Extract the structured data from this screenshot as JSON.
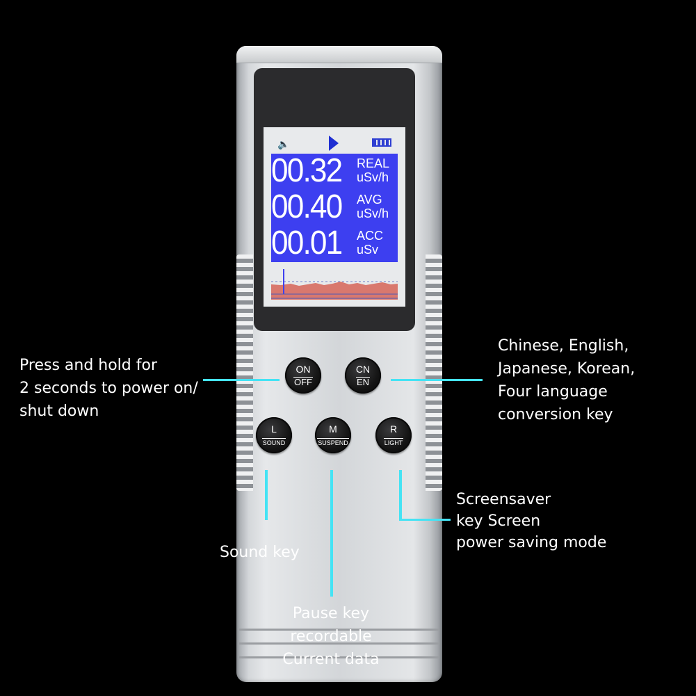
{
  "device": {
    "screen": {
      "readings": [
        {
          "value": "00.32",
          "mode": "REAL",
          "unit": "uSv/h"
        },
        {
          "value": "00.40",
          "mode": "AVG",
          "unit": "uSv/h"
        },
        {
          "value": "00.01",
          "mode": "ACC",
          "unit": "uSv"
        }
      ],
      "icons": [
        "speaker-icon",
        "play-icon",
        "battery-icon"
      ]
    },
    "keys": {
      "on_off": {
        "top": "ON",
        "bottom": "OFF"
      },
      "cn_en": {
        "top": "CN",
        "bottom": "EN"
      },
      "sound": {
        "top": "L",
        "bottom": "SOUND"
      },
      "suspend": {
        "top": "M",
        "bottom": "SUSPEND"
      },
      "light": {
        "top": "R",
        "bottom": "LIGHT"
      }
    }
  },
  "callouts": {
    "power": [
      "Press and hold for",
      "2 seconds to power on/",
      "shut down"
    ],
    "language": [
      "Chinese, English,",
      "Japanese, Korean,",
      "Four language",
      "conversion key"
    ],
    "sound": [
      "Sound key"
    ],
    "pause": [
      "Pause key",
      "recordable",
      "Current data"
    ],
    "screensaver": [
      "Screensaver",
      "key Screen",
      "power saving mode"
    ]
  },
  "colors": {
    "background": "#000000",
    "accent_line": "#45e3f4",
    "screen_panel": "#3d3ff0"
  }
}
